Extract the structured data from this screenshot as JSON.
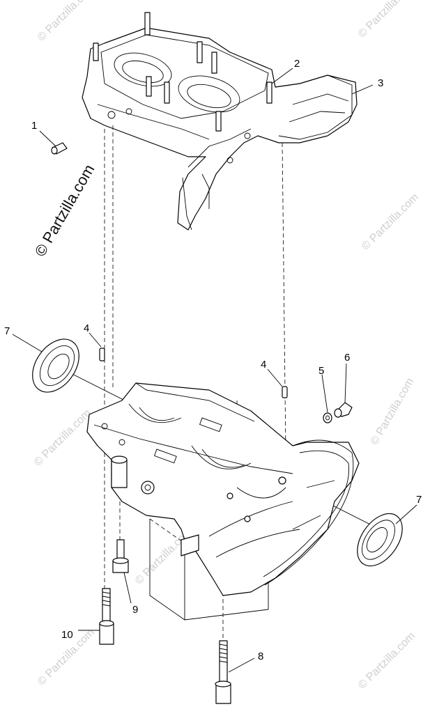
{
  "watermark": {
    "main": "© Partzilla.com",
    "faint": "© Partzilla.com"
  },
  "callouts": {
    "c1": "1",
    "c2": "2",
    "c3": "3",
    "c4a": "4",
    "c4b": "4",
    "c5": "5",
    "c6": "6",
    "c7a": "7",
    "c7b": "7",
    "c8": "8",
    "c9": "9",
    "c10": "10"
  }
}
